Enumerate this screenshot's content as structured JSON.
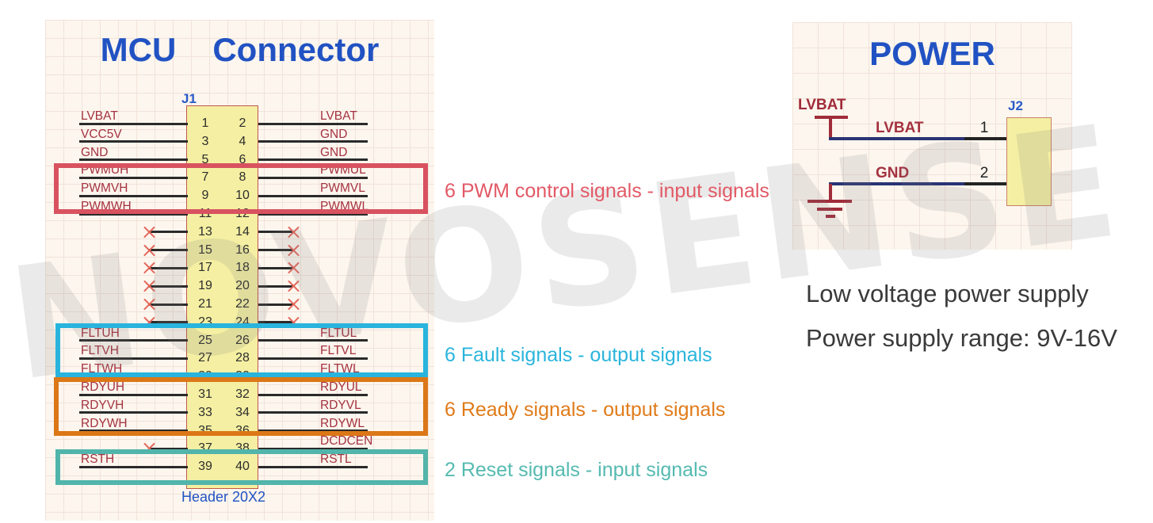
{
  "watermark": "NOVOSENSE",
  "mcu": {
    "title_word1": "MCU",
    "title_word2": "Connector",
    "refdes": "J1",
    "footer": "Header 20X2",
    "rows": [
      {
        "pins": [
          "1",
          "2"
        ],
        "left": "LVBAT",
        "right": "LVBAT"
      },
      {
        "pins": [
          "3",
          "4"
        ],
        "left": "VCC5V",
        "right": "GND"
      },
      {
        "pins": [
          "5",
          "6"
        ],
        "left": "GND",
        "right": "GND"
      },
      {
        "pins": [
          "7",
          "8"
        ],
        "left": "PWMUH",
        "right": "PWMUL"
      },
      {
        "pins": [
          "9",
          "10"
        ],
        "left": "PWMVH",
        "right": "PWMVL"
      },
      {
        "pins": [
          "11",
          "12"
        ],
        "left": "PWMWH",
        "right": "PWMWL"
      },
      {
        "pins": [
          "13",
          "14"
        ],
        "left": null,
        "right": null
      },
      {
        "pins": [
          "15",
          "16"
        ],
        "left": null,
        "right": null
      },
      {
        "pins": [
          "17",
          "18"
        ],
        "left": null,
        "right": null
      },
      {
        "pins": [
          "19",
          "20"
        ],
        "left": null,
        "right": null
      },
      {
        "pins": [
          "21",
          "22"
        ],
        "left": null,
        "right": null
      },
      {
        "pins": [
          "23",
          "24"
        ],
        "left": null,
        "right": null
      },
      {
        "pins": [
          "25",
          "26"
        ],
        "left": "FLTUH",
        "right": "FLTUL"
      },
      {
        "pins": [
          "27",
          "28"
        ],
        "left": "FLTVH",
        "right": "FLTVL"
      },
      {
        "pins": [
          "29",
          "30"
        ],
        "left": "FLTWH",
        "right": "FLTWL"
      },
      {
        "pins": [
          "31",
          "32"
        ],
        "left": "RDYUH",
        "right": "RDYUL"
      },
      {
        "pins": [
          "33",
          "34"
        ],
        "left": "RDYVH",
        "right": "RDYVL"
      },
      {
        "pins": [
          "35",
          "36"
        ],
        "left": "RDYWH",
        "right": "RDYWL"
      },
      {
        "pins": [
          "37",
          "38"
        ],
        "left": null,
        "right": "DCDCEN"
      },
      {
        "pins": [
          "39",
          "40"
        ],
        "left": "RSTH",
        "right": "RSTL"
      }
    ]
  },
  "groups": [
    {
      "id": "pwm",
      "label": "6 PWM control signals - input signals",
      "box_color": "#d85260",
      "text_color": "#e25966"
    },
    {
      "id": "fault",
      "label": "6 Fault signals - output signals",
      "box_color": "#29b4dd",
      "text_color": "#2ab5dc"
    },
    {
      "id": "ready",
      "label": "6 Ready signals - output signals",
      "box_color": "#dc7717",
      "text_color": "#e07b1a"
    },
    {
      "id": "reset",
      "label": "2 Reset signals - input signals",
      "box_color": "#52b5ab",
      "text_color": "#55bab0"
    }
  ],
  "power": {
    "title": "POWER",
    "refdes": "J2",
    "rail_label": "LVBAT",
    "wires": [
      {
        "label": "LVBAT",
        "pin": "1"
      },
      {
        "label": "GND",
        "pin": "2"
      }
    ],
    "notes": [
      "Low voltage power supply",
      "Power supply range: 9V-16V"
    ]
  }
}
